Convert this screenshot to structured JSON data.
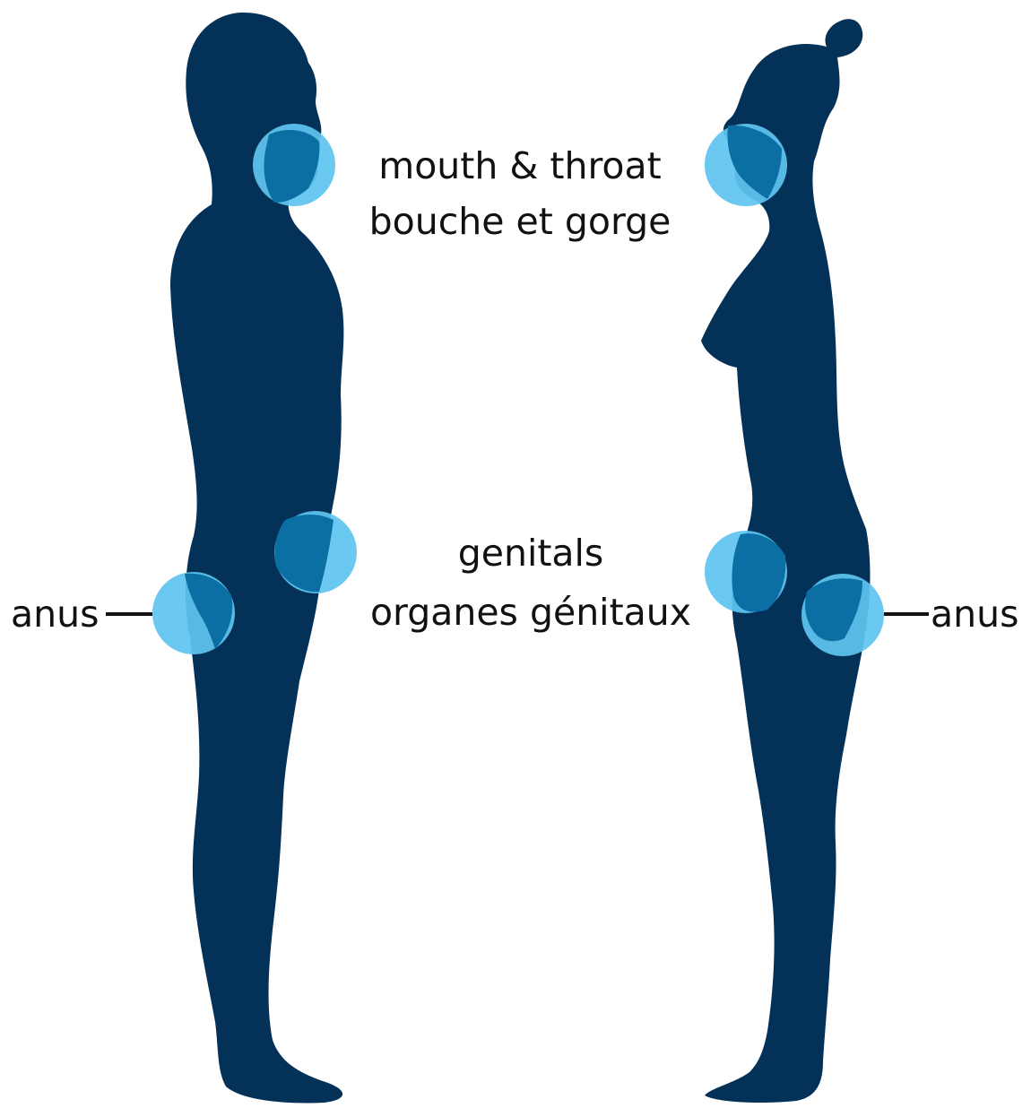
{
  "labels": {
    "mouth_en": "mouth & throat",
    "mouth_fr": "bouche et gorge",
    "genitals_en": "genitals",
    "genitals_fr": "organes génitaux",
    "anus_left": "anus",
    "anus_right": "anus"
  },
  "colors": {
    "silhouette": "#033157",
    "highlight": "#5ec4f0",
    "overlap": "#0b6fa3",
    "leader_line": "#111111",
    "text": "#111111"
  },
  "figures": [
    "male-silhouette",
    "female-silhouette"
  ]
}
